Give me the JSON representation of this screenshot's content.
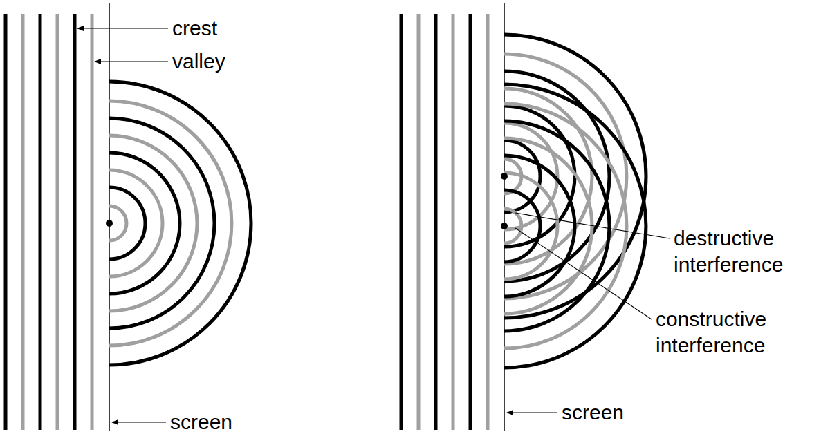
{
  "diagram": {
    "labels": [
      "crest",
      "valley",
      "screen",
      "screen",
      "destructive interference",
      "constructive interference"
    ]
  }
}
